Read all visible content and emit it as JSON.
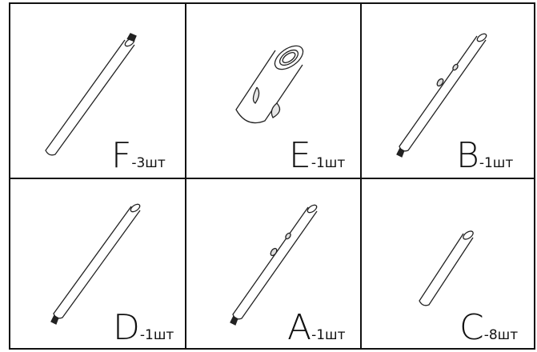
{
  "parts": [
    {
      "letter": "F",
      "qty": "-3шт",
      "icon": "threaded-tube-icon"
    },
    {
      "letter": "E",
      "qty": "-1шт",
      "icon": "threaded-connector-icon"
    },
    {
      "letter": "B",
      "qty": "-1шт",
      "icon": "tube-with-holes-icon"
    },
    {
      "letter": "D",
      "qty": "-1шт",
      "icon": "long-tube-icon"
    },
    {
      "letter": "A",
      "qty": "-1шт",
      "icon": "tube-with-holes-icon"
    },
    {
      "letter": "C",
      "qty": "-8шт",
      "icon": "short-tube-icon"
    }
  ],
  "colors": {
    "line": "#111111",
    "background": "#ffffff"
  }
}
